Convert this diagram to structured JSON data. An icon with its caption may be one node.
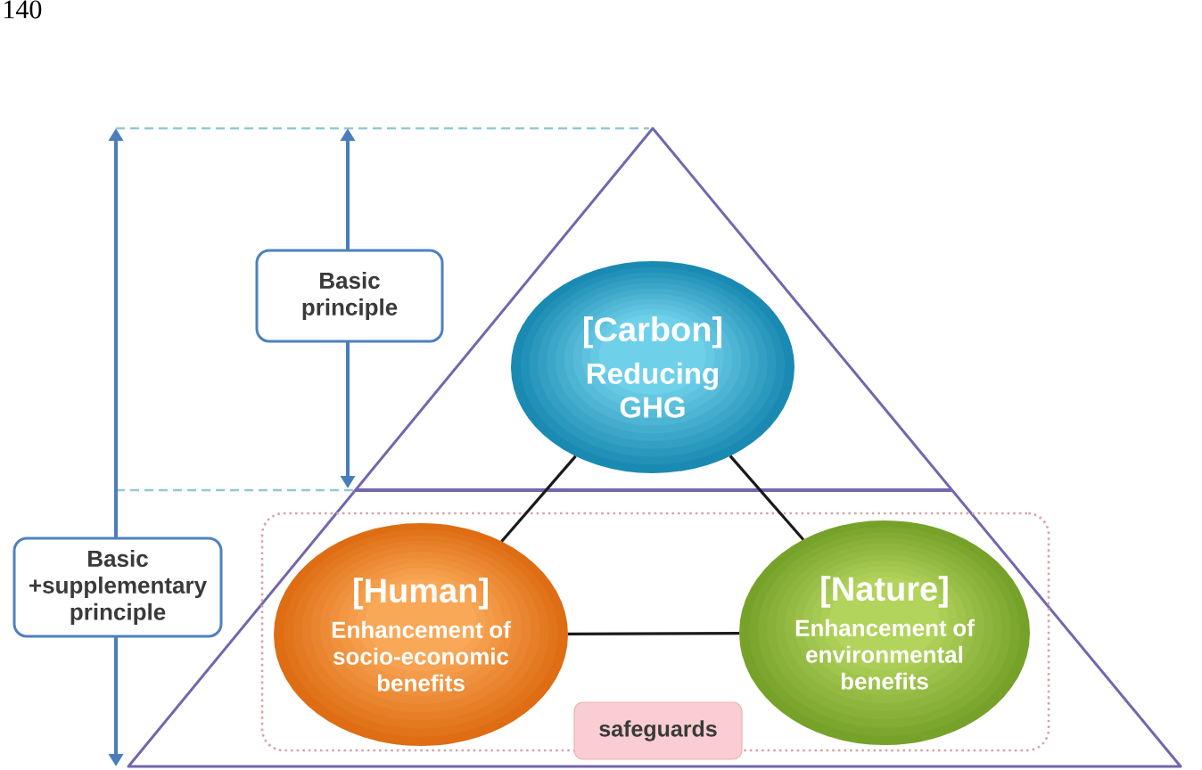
{
  "diagram": {
    "nodes": [
      {
        "text": [
          "Basic principle"
        ]
      },
      {
        "text": [
          "[Carbon]",
          "Reducing GHG"
        ]
      },
      {
        "text": [
          "Basic +supplementary principle"
        ]
      },
      {
        "text": [
          "safeguards"
        ]
      },
      {
        "text": [
          "[Human]",
          "Enhancement of socio-economic benefits"
        ],
        "in": 3
      },
      {
        "text": [
          "[Nature]",
          "Enhancement of environmental benefits"
        ],
        "in": 3
      }
    ],
    "edges": [
      {
        "from": 1,
        "to": 4,
        "arrow": "none"
      },
      {
        "from": 1,
        "to": 5,
        "arrow": "none"
      },
      {
        "from": 4,
        "to": 5,
        "arrow": "none"
      }
    ],
    "labels": [
      "140"
    ]
  }
}
